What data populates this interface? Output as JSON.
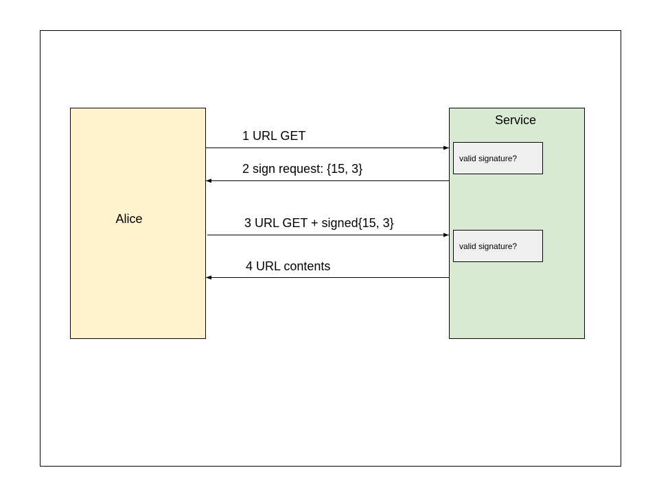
{
  "colors": {
    "page_background": "#ffffff",
    "frame_border": "#000000",
    "alice_fill": "#fff2cc",
    "service_fill": "#d9ead3",
    "note_fill": "#efefef",
    "line": "#000000"
  },
  "actors": {
    "alice": {
      "label": "Alice"
    },
    "service": {
      "label": "Service"
    }
  },
  "notes": [
    {
      "label": "valid signature?"
    },
    {
      "label": "valid signature?"
    }
  ],
  "messages": [
    {
      "label": "1 URL GET",
      "direction": "alice-to-service"
    },
    {
      "label": "2 sign request: {15, 3}",
      "direction": "service-to-alice"
    },
    {
      "label": "3 URL GET + signed{15, 3}",
      "direction": "alice-to-service"
    },
    {
      "label": "4 URL contents",
      "direction": "service-to-alice"
    }
  ]
}
